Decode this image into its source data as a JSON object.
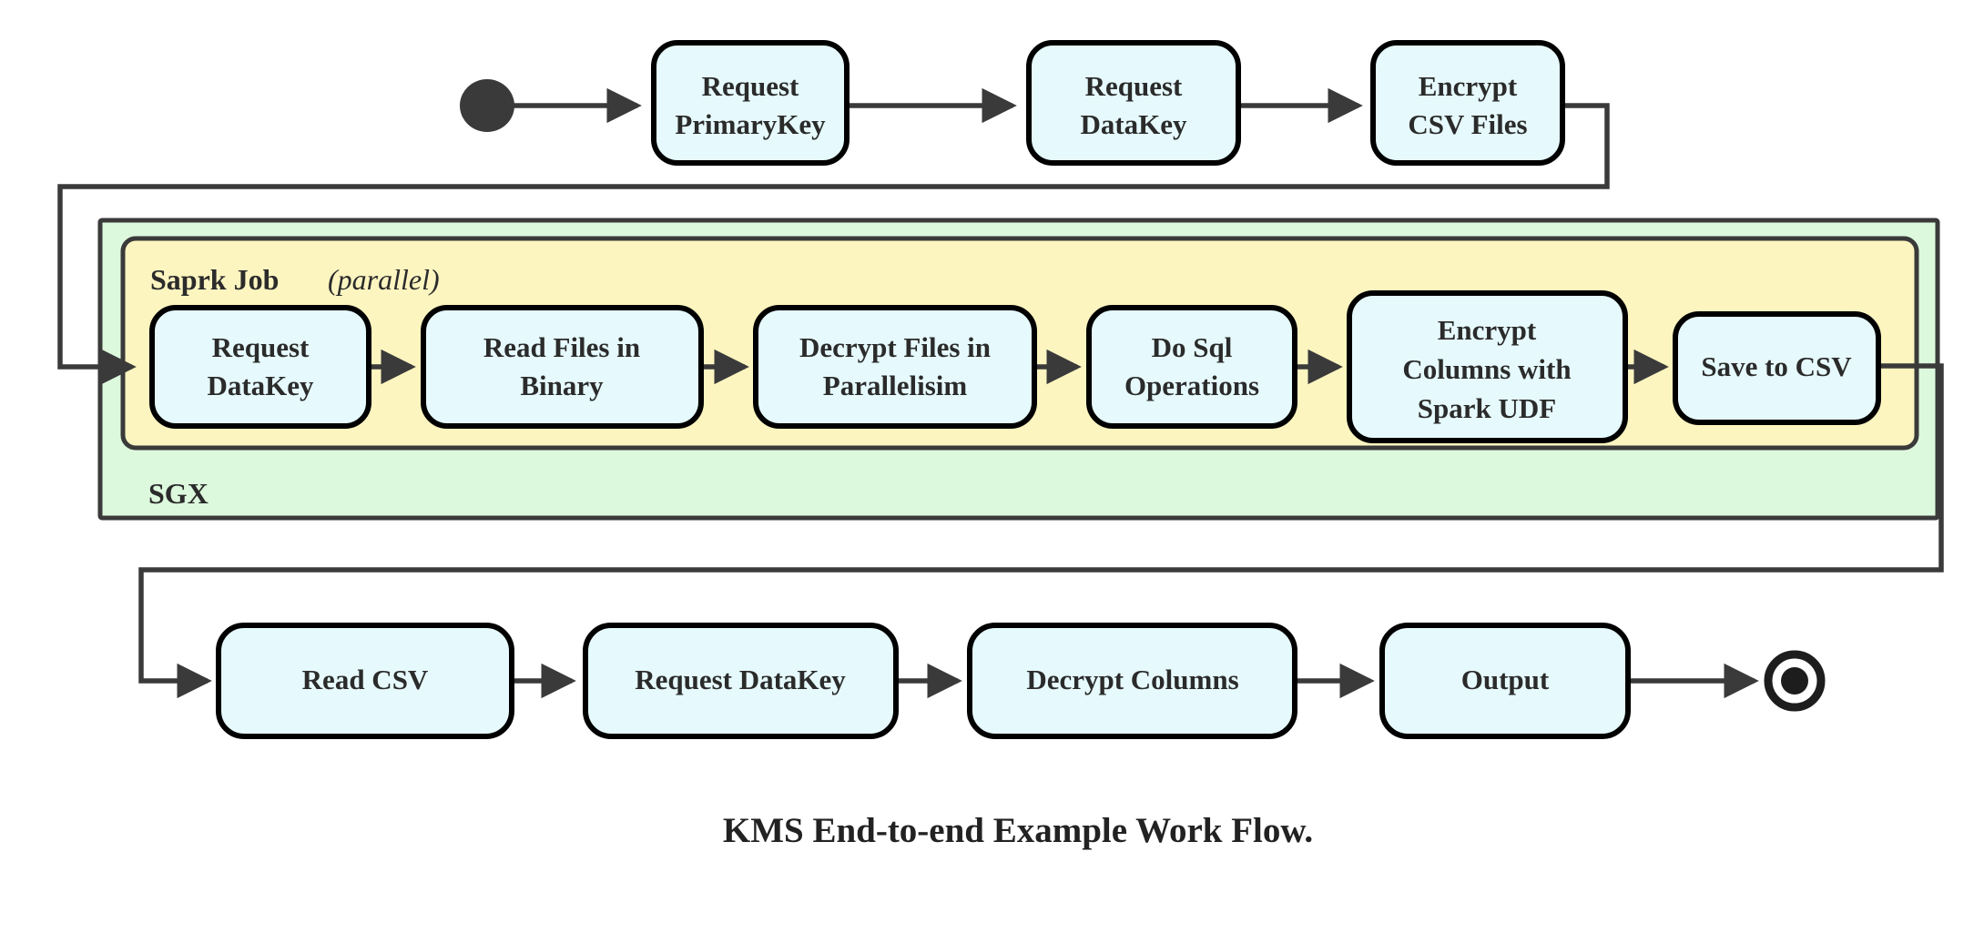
{
  "diagram": {
    "title": "KMS End-to-end Example Work Flow.",
    "colors": {
      "node_fill": "#e6fafd",
      "node_stroke": "#000000",
      "sgx_fill": "#ddf9dd",
      "spark_fill": "#fdf5c0",
      "edge": "#3a3a3a"
    },
    "markers": {
      "start": "start-state-dot",
      "end": "end-state-ring"
    },
    "groups": {
      "outer": {
        "label": "SGX",
        "fill": "#ddf9dd"
      },
      "inner": {
        "label": "Saprk Job",
        "qualifier": "(parallel)",
        "qualifier_open": "(",
        "qualifier_word": "parallel",
        "qualifier_close": ")",
        "fill": "#fdf5c0"
      }
    },
    "rows": {
      "top": {
        "nodes": [
          {
            "id": "request-primarykey",
            "lines": [
              "Request",
              "PrimaryKey"
            ]
          },
          {
            "id": "request-datakey-top",
            "lines": [
              "Request",
              "DataKey"
            ]
          },
          {
            "id": "encrypt-csv-files",
            "lines": [
              "Encrypt",
              "CSV Files"
            ]
          }
        ]
      },
      "middle": {
        "nodes": [
          {
            "id": "request-datakey-spark",
            "lines": [
              "Request",
              "DataKey"
            ]
          },
          {
            "id": "read-files-in-binary",
            "lines": [
              "Read Files in",
              "Binary"
            ]
          },
          {
            "id": "decrypt-files-in-parallelisim",
            "lines": [
              "Decrypt Files in",
              "Parallelisim"
            ]
          },
          {
            "id": "do-sql-operations",
            "lines": [
              "Do Sql",
              "Operations"
            ]
          },
          {
            "id": "encrypt-columns-with-spark-udf",
            "lines": [
              "Encrypt",
              "Columns with",
              "Spark UDF"
            ]
          },
          {
            "id": "save-to-csv",
            "lines": [
              "Save to CSV"
            ]
          }
        ]
      },
      "bottom": {
        "nodes": [
          {
            "id": "read-csv",
            "lines": [
              "Read CSV"
            ]
          },
          {
            "id": "request-datakey-bottom",
            "lines": [
              "Request DataKey"
            ]
          },
          {
            "id": "decrypt-columns",
            "lines": [
              "Decrypt Columns"
            ]
          },
          {
            "id": "output",
            "lines": [
              "Output"
            ]
          }
        ]
      }
    }
  }
}
